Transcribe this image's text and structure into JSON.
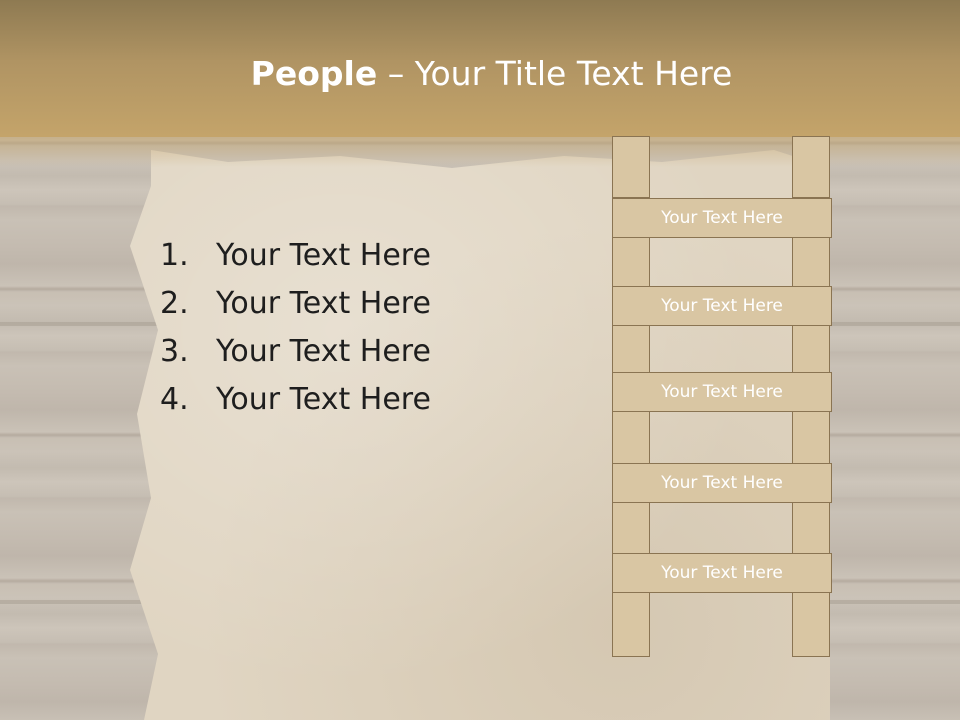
{
  "title": {
    "bold": "People",
    "rest": "– Your Title Text Here"
  },
  "list": [
    {
      "num": "1.",
      "text": "Your Text Here"
    },
    {
      "num": "2.",
      "text": "Your Text Here"
    },
    {
      "num": "3.",
      "text": "Your Text Here"
    },
    {
      "num": "4.",
      "text": "Your Text Here"
    }
  ],
  "ladder": [
    {
      "label": "Your Text Here"
    },
    {
      "label": "Your Text Here"
    },
    {
      "label": "Your Text Here"
    },
    {
      "label": "Your Text Here"
    },
    {
      "label": "Your Text Here"
    }
  ],
  "colors": {
    "header": "#c4a46a",
    "ladder_fill": "#d9c6a3",
    "ladder_border": "#8a7452",
    "parchment": "#e0d5c2"
  }
}
